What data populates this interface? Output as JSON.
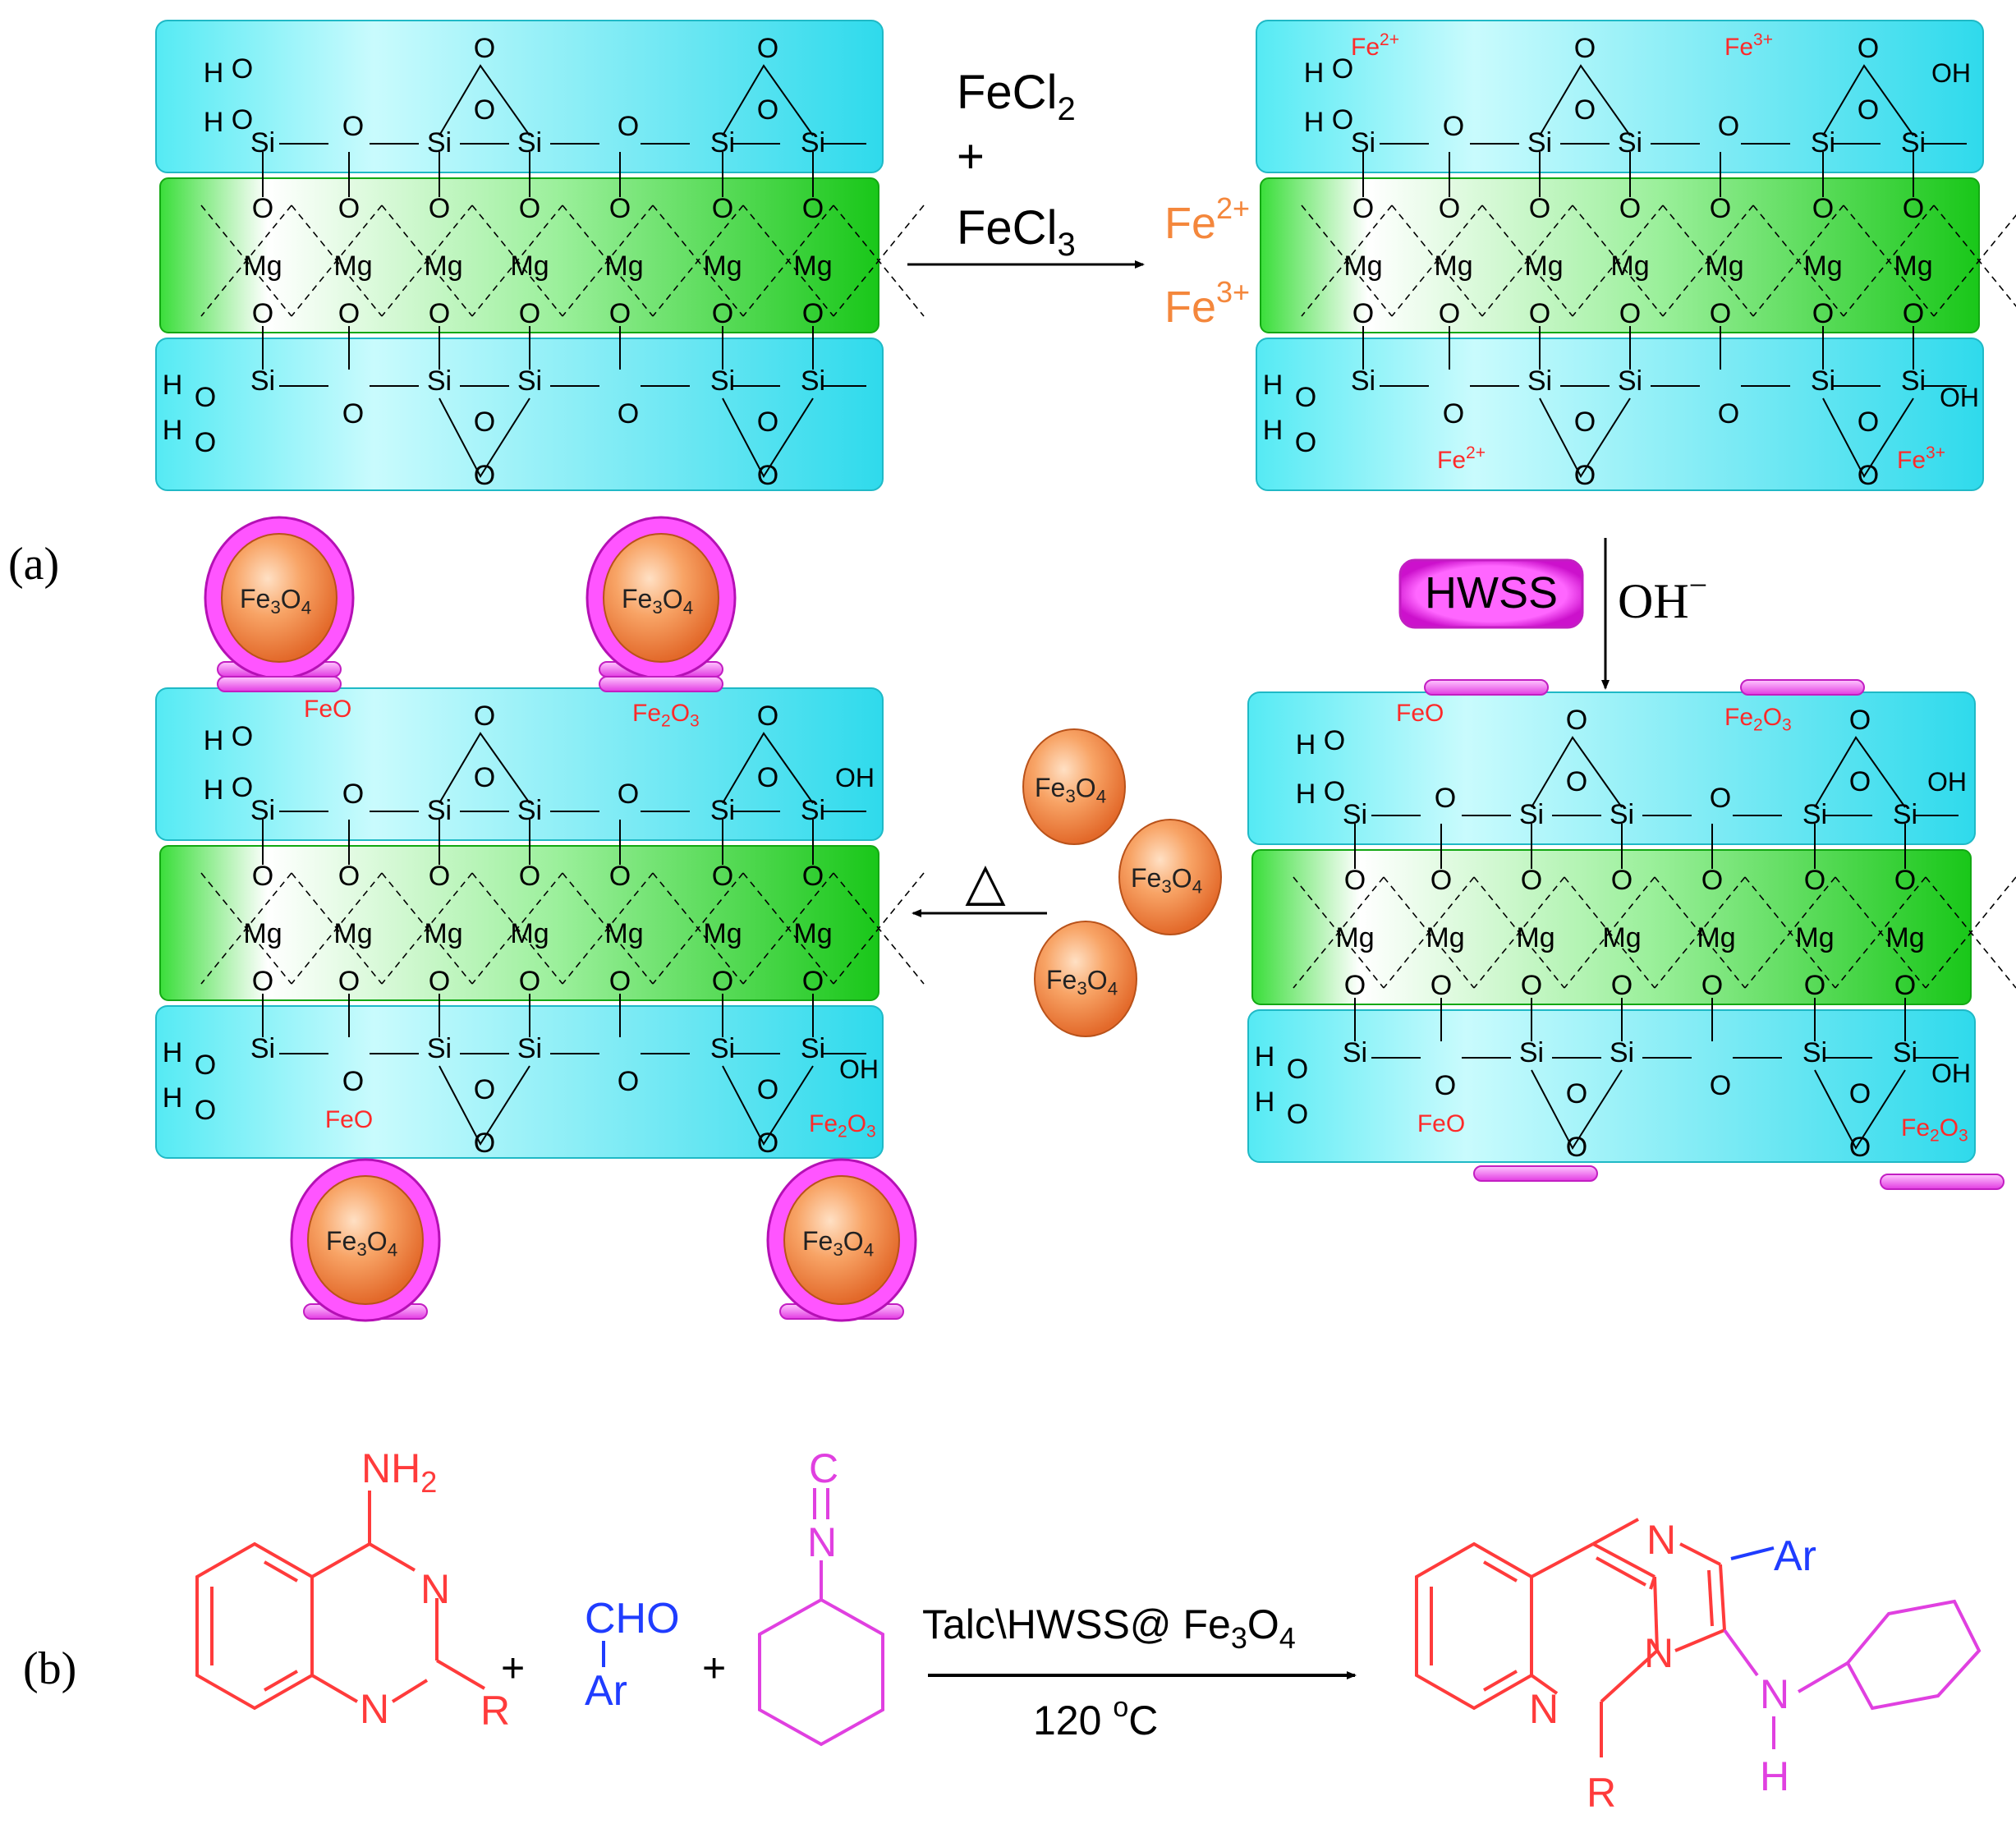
{
  "labels": {
    "panel_a": "(a)",
    "panel_b": "(b)"
  },
  "reagents": {
    "fecl2": "FeCl",
    "fecl2_sub": "2",
    "plus": "+",
    "fecl3": "FeCl",
    "fecl3_sub": "3",
    "fe2": "Fe",
    "fe2_sup": "2+",
    "fe3": "Fe",
    "fe3_sup": "3+",
    "hwss": "HWSS",
    "oh": "OH",
    "oh_sup": "−",
    "heat": "△"
  },
  "atoms": {
    "si": "Si",
    "mg": "Mg",
    "o": "O",
    "h": "H",
    "oh": "OH",
    "feo": "FeO",
    "fe2o3": "Fe",
    "fe2o3_2": "O",
    "fe2o3_sub1": "2",
    "fe2o3_sub2": "3",
    "fe2plus": "Fe",
    "fe2plus_sup": "2+",
    "fe3plus": "Fe",
    "fe3plus_sup": "3+"
  },
  "particle": {
    "fe": "Fe",
    "sub3": "3",
    "o": "O",
    "sub4": "4"
  },
  "reaction": {
    "nh2": "NH",
    "nh2_sub": "2",
    "n": "N",
    "r": "R",
    "cho": "CHO",
    "ar": "Ar",
    "c": "C",
    "h": "H",
    "plus": "+",
    "catalyst_pre": "Talc\\HWSS@ Fe",
    "catalyst_sub3": "3",
    "catalyst_o": "O",
    "catalyst_sub4": "4",
    "temp": "120 ",
    "temp_sup": "o",
    "temp_c": "C"
  },
  "colors": {
    "silicate": "#3de3ef",
    "brucite": "#22d622",
    "fe_red": "#ff2a2a",
    "fe_orange": "#f4873c",
    "magenta": "#ee33ee",
    "amine_red": "#ff3b3b",
    "aldehyde_blue": "#1f3cff",
    "isocyanide_magenta": "#e040e0"
  }
}
